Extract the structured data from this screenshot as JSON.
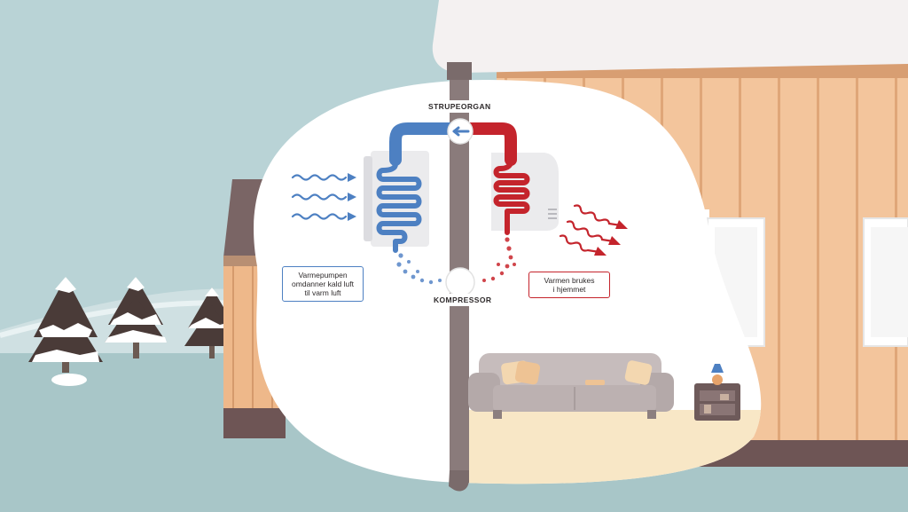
{
  "labels": {
    "strupeorgan": "STRUPEORGAN",
    "kompressor": "KOMPRESSOR"
  },
  "captions": {
    "left": "Varmepumpen\nomdanner kald luft\ntil varm luft",
    "right": "Varmen brukes\ni hjemmet"
  },
  "colors": {
    "cold": "#4d80c2",
    "hot": "#c4242c",
    "sky": "#b9d3d6",
    "wall": "#f3c59c",
    "floor": "#f8e7c6",
    "sofa": "#c6bcbc"
  },
  "icons": {
    "cold_air": "wavy-arrows-right",
    "warm_air": "wavy-arrows-down-right"
  }
}
